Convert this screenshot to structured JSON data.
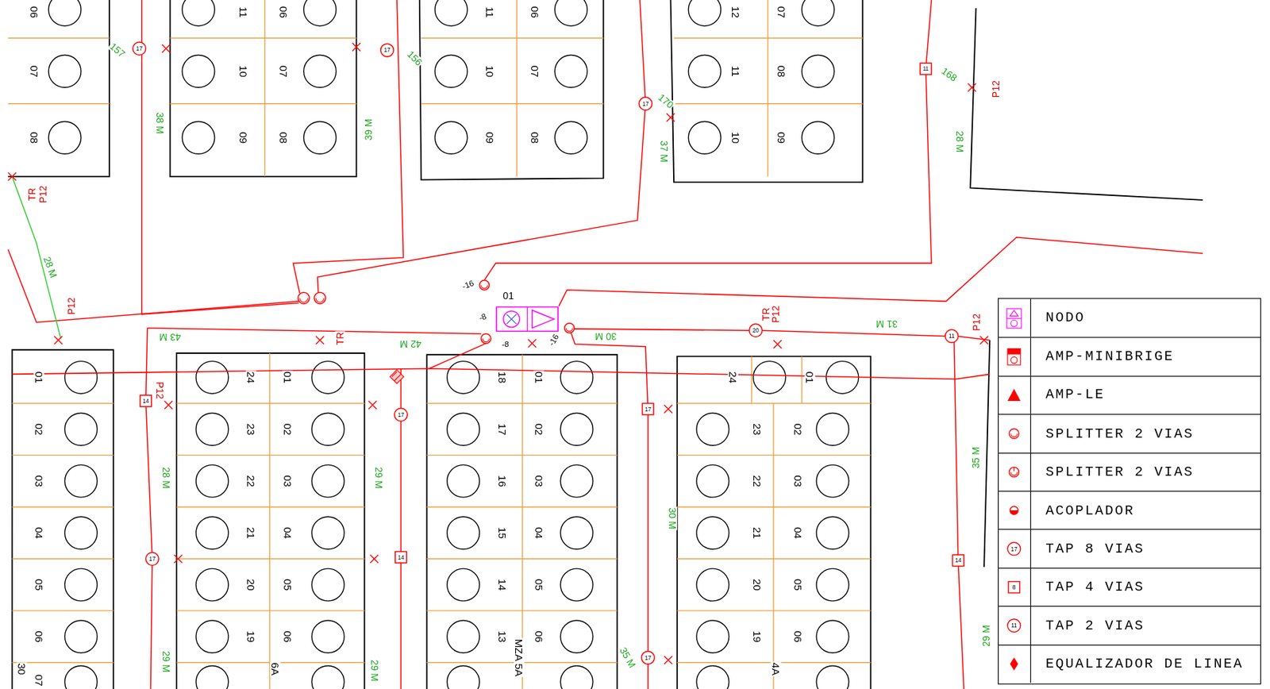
{
  "diagram": {
    "nodes": [
      {
        "text": [
          "01"
        ]
      }
    ],
    "labels": [
      "06",
      "07",
      "08",
      "11",
      "10",
      "09",
      "06",
      "07",
      "08",
      "11",
      "10",
      "09",
      "06",
      "07",
      "08",
      "12",
      "11",
      "10",
      "07",
      "08",
      "09",
      "01",
      "02",
      "03",
      "04",
      "05",
      "06",
      "07",
      "24",
      "23",
      "22",
      "21",
      "20",
      "19",
      "01",
      "02",
      "03",
      "04",
      "05",
      "06",
      "18",
      "17",
      "16",
      "15",
      "14",
      "13",
      "01",
      "02",
      "03",
      "04",
      "05",
      "06",
      "24",
      "01",
      "23",
      "22",
      "21",
      "20",
      "19",
      "02",
      "03",
      "04",
      "05",
      "06",
      "30",
      "6A",
      "MZA 5A",
      "4A",
      "157",
      "156",
      "170",
      "168",
      "38 M",
      "39 M",
      "37 M",
      "28 M",
      "28 M",
      "43 M",
      "42 M",
      "30 M",
      "31 M",
      "28 M",
      "29 M",
      "30 M",
      "35 M",
      "29 M",
      "29 M",
      "29 M",
      "35 M",
      "P12",
      "TR",
      "P12",
      "P12",
      "TR",
      "P12",
      "TR",
      "P12",
      "P12",
      "-16",
      "-8",
      "-8",
      "-16",
      "17",
      "17",
      "17",
      "11",
      "14",
      "17",
      "17",
      "14",
      "17",
      "17",
      "14",
      "20",
      "11",
      "17",
      "8",
      "11"
    ],
    "legend": [
      {
        "text": "NODO"
      },
      {
        "text": "AMP-MINIBRIGE"
      },
      {
        "text": "AMP-LE"
      },
      {
        "text": "SPLITTER 2 VIAS"
      },
      {
        "text": "SPLITTER 2 VIAS"
      },
      {
        "text": "ACOPLADOR"
      },
      {
        "text": "TAP 8 VIAS"
      },
      {
        "text": "TAP 4 VIAS"
      },
      {
        "text": "TAP 2 VIAS"
      },
      {
        "text": "EQUALIZADOR DE LINEA"
      }
    ]
  }
}
